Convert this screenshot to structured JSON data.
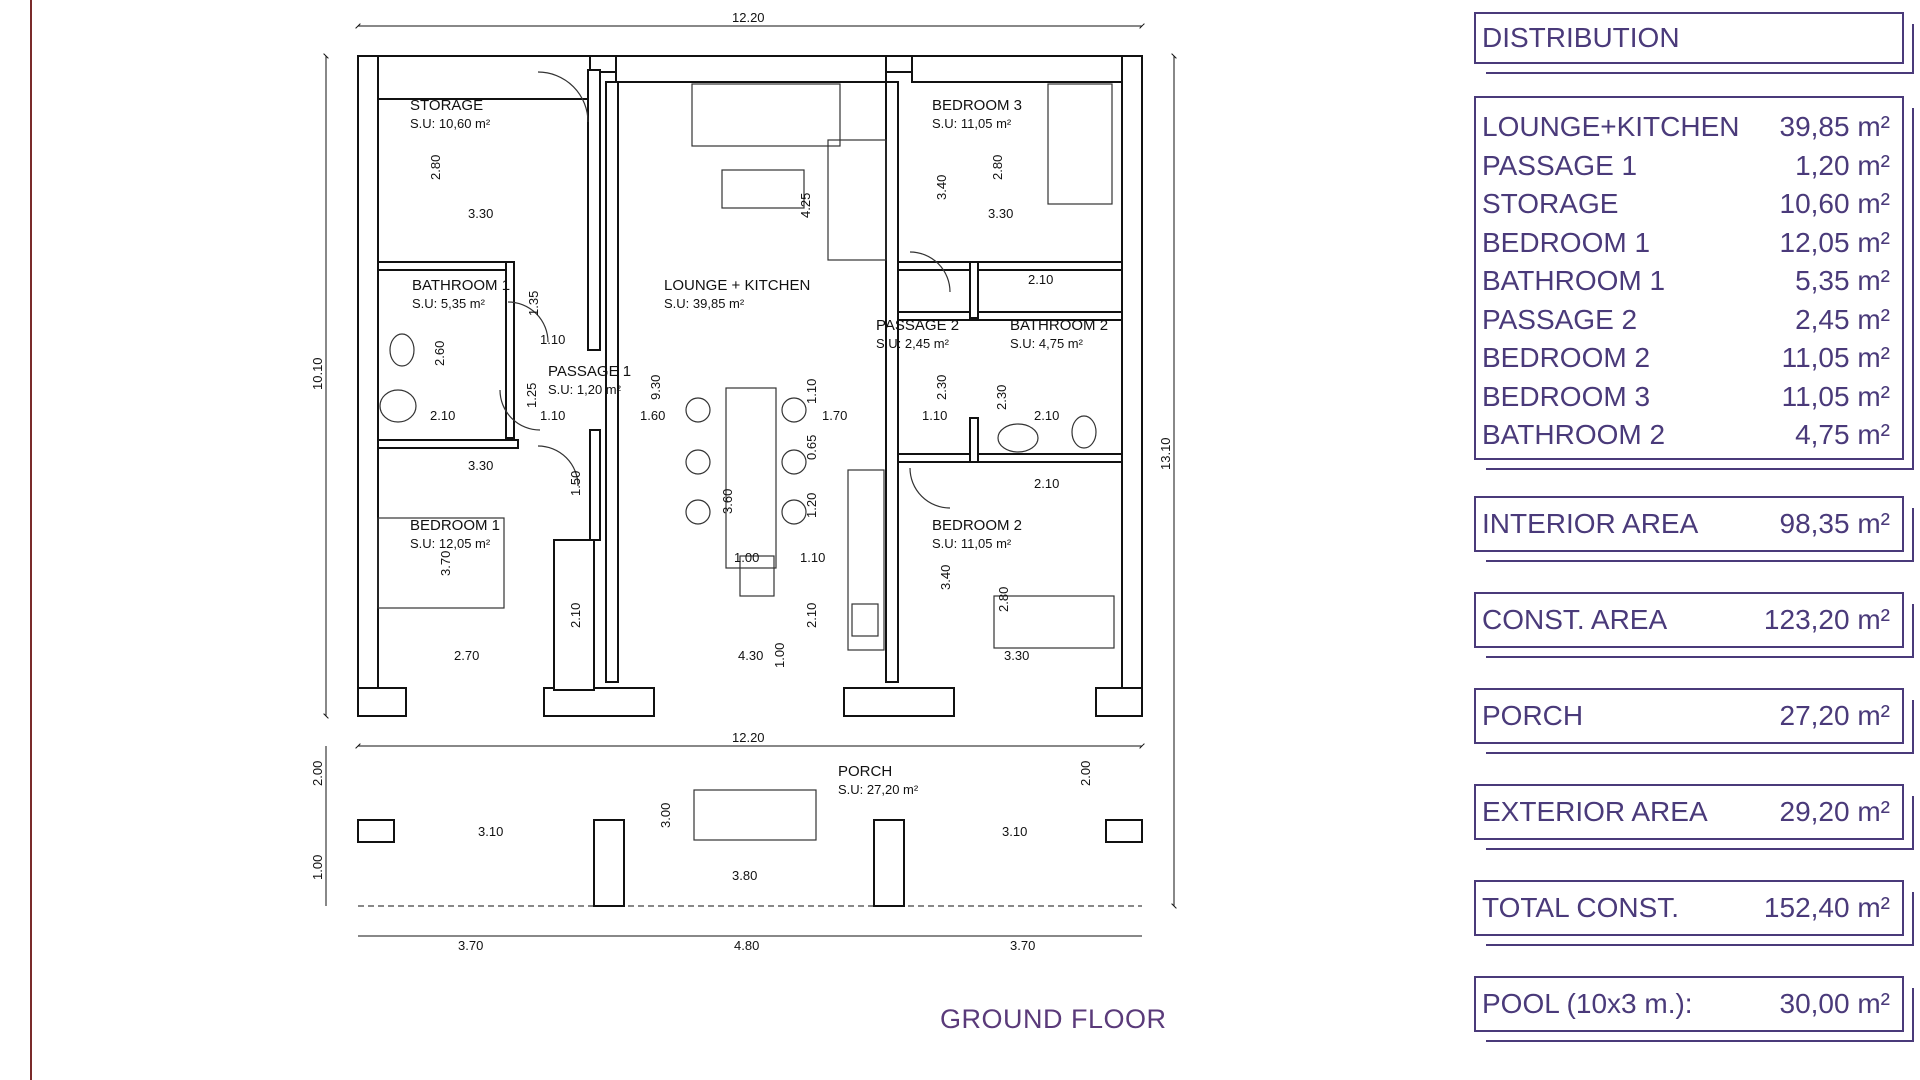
{
  "plan": {
    "rooms": [
      {
        "name": "STORAGE",
        "su": "S.U: 10,60 m²"
      },
      {
        "name": "LOUNGE + KITCHEN",
        "su": "S.U: 39,85 m²"
      },
      {
        "name": "BEDROOM 3",
        "su": "S.U: 11,05 m²"
      },
      {
        "name": "BATHROOM 1",
        "su": "S.U: 5,35 m²"
      },
      {
        "name": "PASSAGE 1",
        "su": "S.U: 1,20 m²"
      },
      {
        "name": "PASSAGE 2",
        "su": "S.U: 2,45 m²"
      },
      {
        "name": "BATHROOM 2",
        "su": "S.U: 4,75 m²"
      },
      {
        "name": "BEDROOM 1",
        "su": "S.U: 12,05 m²"
      },
      {
        "name": "BEDROOM 2",
        "su": "S.U: 11,05 m²"
      },
      {
        "name": "PORCH",
        "su": "S.U: 27,20 m²"
      }
    ],
    "dimensions": [
      "12.20",
      "10.10",
      "13.10",
      "2.80",
      "3.30",
      "4.25",
      "3.40",
      "2.80",
      "3.30",
      "2.10",
      "1.35",
      "1.10",
      "2.60",
      "1.25",
      "2.10",
      "1.10",
      "1.60",
      "9.30",
      "1.10",
      "1.70",
      "2.30",
      "1.10",
      "2.30",
      "2.10",
      "0.65",
      "3.30",
      "1.50",
      "3.60",
      "1.20",
      "2.10",
      "3.70",
      "1.00",
      "1.10",
      "3.40",
      "2.80",
      "2.10",
      "2.10",
      "1.00",
      "2.70",
      "4.30",
      "3.30",
      "12.20",
      "2.00",
      "2.00",
      "3.00",
      "3.10",
      "3.10",
      "1.00",
      "3.80",
      "3.70",
      "4.80",
      "3.70"
    ],
    "title": "GROUND FLOOR"
  },
  "distribution": {
    "header": "DISTRIBUTION",
    "rows": [
      {
        "label": "LOUNGE+KITCHEN",
        "value": "39,85 m²"
      },
      {
        "label": "PASSAGE 1",
        "value": "1,20 m²"
      },
      {
        "label": "STORAGE",
        "value": "10,60 m²"
      },
      {
        "label": "BEDROOM 1",
        "value": "12,05 m²"
      },
      {
        "label": "BATHROOM 1",
        "value": "5,35 m²"
      },
      {
        "label": "PASSAGE 2",
        "value": "2,45 m²"
      },
      {
        "label": "BEDROOM 2",
        "value": "11,05 m²"
      },
      {
        "label": "BEDROOM 3",
        "value": "11,05 m²"
      },
      {
        "label": "BATHROOM 2",
        "value": "4,75 m²"
      }
    ],
    "totals": [
      {
        "label": "INTERIOR AREA",
        "value": "98,35 m²"
      },
      {
        "label": "CONST. AREA",
        "value": "123,20 m²"
      },
      {
        "label": "PORCH",
        "value": "27,20 m²"
      },
      {
        "label": "EXTERIOR AREA",
        "value": "29,20 m²"
      },
      {
        "label": "TOTAL CONST.",
        "value": "152,40 m²"
      },
      {
        "label": "POOL (10x3 m.):",
        "value": "30,00 m²"
      }
    ]
  },
  "colors": {
    "wall": "#ffffff",
    "wall_stroke": "#111111",
    "accent": "#4a3a7a",
    "frame": "#7a2a2a"
  }
}
